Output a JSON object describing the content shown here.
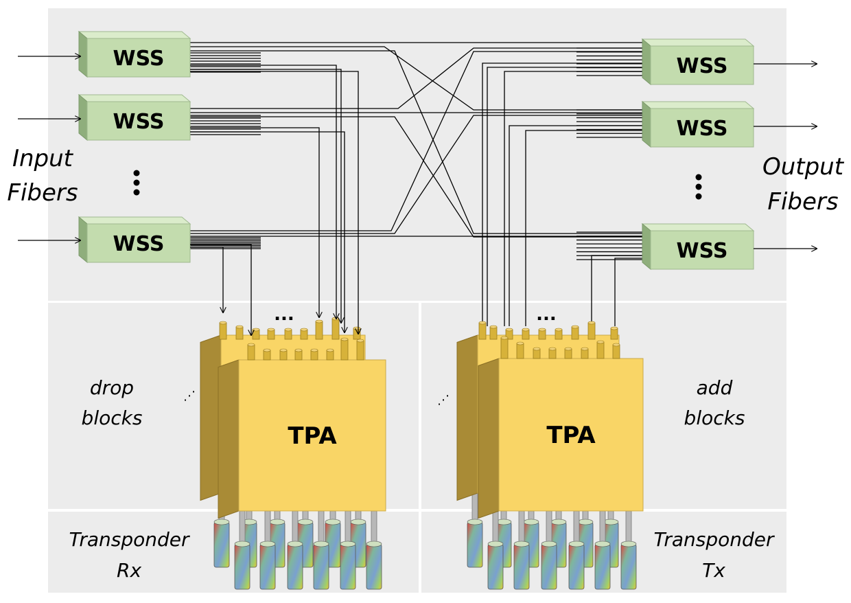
{
  "diagram": {
    "wss_label": "WSS",
    "tpa_label": "TPA",
    "input_label": {
      "line1": "Input",
      "line2": "Fibers"
    },
    "output_label": {
      "line1": "Output",
      "line2": "Fibers"
    },
    "drop_label": {
      "line1": "drop",
      "line2": "blocks"
    },
    "add_label": {
      "line1": "add",
      "line2": "blocks"
    },
    "rx_label": {
      "line1": "Transponder",
      "line2": "Rx"
    },
    "tx_label": {
      "line1": "Transponder",
      "line2": "Tx"
    },
    "ellipsis": "...",
    "small_ellipsis": "⋰"
  },
  "colors": {
    "panel": "#ececec",
    "wss_front": "#c3dcae",
    "wss_top": "#dbeccb",
    "wss_side": "#8fae7c",
    "tpa_front": "#f9d566",
    "tpa_top": "#fbe6a0",
    "tpa_side": "#a98b36",
    "port": "#d7b23a"
  }
}
